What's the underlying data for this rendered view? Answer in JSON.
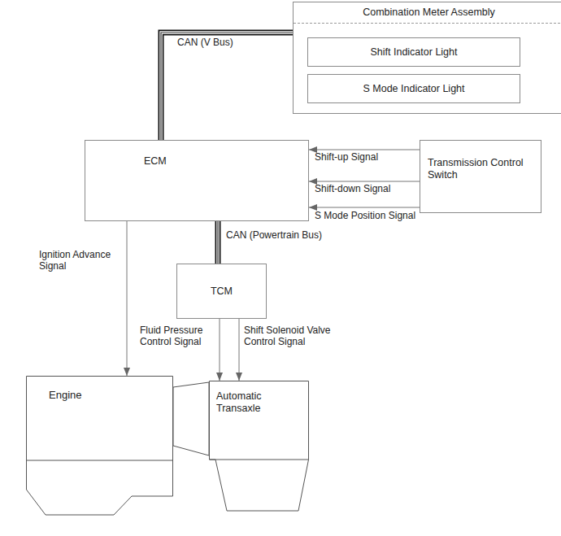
{
  "diagram": {
    "nodes": [
      {
        "text": [
          "Combination Meter Assembly"
        ]
      },
      {
        "text": [
          "Shift Indicator Light"
        ],
        "in": 0
      },
      {
        "text": [
          "S Mode Indicator Light"
        ],
        "in": 0
      },
      {
        "text": [
          "ECM"
        ]
      },
      {
        "text": [
          "Transmission Control Switch"
        ]
      },
      {
        "text": [
          "TCM"
        ]
      },
      {
        "text": [
          "Engine"
        ]
      },
      {
        "text": [
          "Automatic Transaxle"
        ]
      }
    ],
    "edges": [
      {
        "from": 3,
        "to": 0,
        "arrow": "none",
        "label": "CAN (V Bus)"
      },
      {
        "from": 4,
        "to": 3,
        "arrow": "to",
        "label": "Shift-up Signal"
      },
      {
        "from": 4,
        "to": 3,
        "arrow": "to",
        "label": "Shift-down Signal"
      },
      {
        "from": 4,
        "to": 3,
        "arrow": "to",
        "label": "S Mode Position Signal"
      },
      {
        "from": 3,
        "to": 5,
        "arrow": "none",
        "label": "CAN (Powertrain Bus)"
      },
      {
        "from": 3,
        "to": 6,
        "arrow": "to",
        "label": "Ignition Advance Signal"
      },
      {
        "from": 5,
        "to": 7,
        "arrow": "to",
        "label": "Fluid Pressure Control Signal"
      },
      {
        "from": 5,
        "to": 7,
        "arrow": "to",
        "label": "Shift Solenoid Valve Control Signal"
      }
    ]
  }
}
